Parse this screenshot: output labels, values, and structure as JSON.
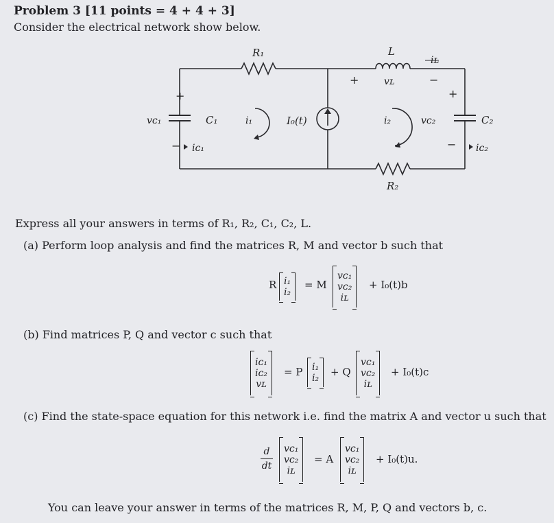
{
  "header": {
    "title": "Problem 3 [11 points = 4 + 4 + 3]",
    "intro": "Consider the electrical network show below."
  },
  "circuit": {
    "r1": "R₁",
    "r2": "R₂",
    "l": "L",
    "il": "iʟ",
    "vl": "vʟ",
    "c1": "C₁",
    "c2": "C₂",
    "vc1": "vᴄ₁",
    "vc2": "vᴄ₂",
    "ic1": "iᴄ₁",
    "ic2": "iᴄ₂",
    "i1": "i₁",
    "i2": "i₂",
    "source": "I₀(t)",
    "plus": "+",
    "minus": "−"
  },
  "body": {
    "express": "Express all your answers in terms of R₁, R₂, C₁, C₂, L.",
    "part_a": "(a) Perform loop analysis and find the matrices R, M and vector b such that",
    "part_b": "(b) Find matrices P, Q and vector c such that",
    "part_c": "(c) Find the state-space equation for this network i.e. find the matrix A and vector u such that",
    "footer": "You can leave your answer in terms of the matrices R, M, P, Q and vectors b, c."
  },
  "eq_a": {
    "R": "R",
    "left": [
      "i₁",
      "i₂"
    ],
    "eq": "= M",
    "right": [
      "vᴄ₁",
      "vᴄ₂",
      "iʟ"
    ],
    "tail": "+ I₀(t)b"
  },
  "eq_b": {
    "left": [
      "iᴄ₁",
      "iᴄ₂",
      "vʟ"
    ],
    "eqP": "= P",
    "mid": [
      "i₁",
      "i₂"
    ],
    "plusQ": "+ Q",
    "right": [
      "vᴄ₁",
      "vᴄ₂",
      "iʟ"
    ],
    "tail": "+ I₀(t)c"
  },
  "eq_c": {
    "d": "d",
    "dt": "dt",
    "left": [
      "vᴄ₁",
      "vᴄ₂",
      "iʟ"
    ],
    "eqA": "= A",
    "right": [
      "vᴄ₁",
      "vᴄ₂",
      "iʟ"
    ],
    "tail": "+ I₀(t)u."
  }
}
